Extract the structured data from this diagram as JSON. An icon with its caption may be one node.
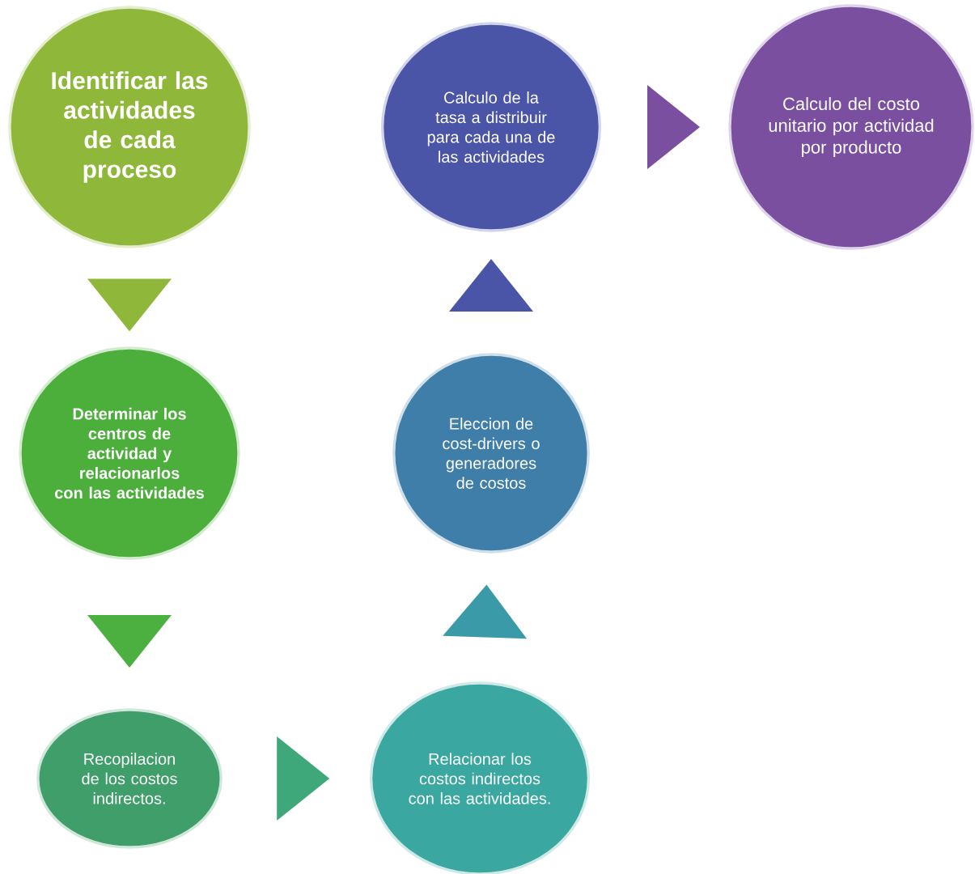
{
  "diagram": {
    "nodes": [
      {
        "text": [
          "Identificar las actividades de cada proceso"
        ]
      },
      {
        "text": [
          "Determinar los centros de actividad y relacionarlos con las actividades"
        ]
      },
      {
        "text": [
          "Recopilacion de los costos indirectos."
        ]
      },
      {
        "text": [
          "Relacionar los costos indirectos con las actividades."
        ]
      },
      {
        "text": [
          "Eleccion de cost-drivers o generadores de costos"
        ]
      },
      {
        "text": [
          "Calculo de la tasa a distribuir para cada una de las actividades"
        ]
      },
      {
        "text": [
          "Calculo del costo unitario por actividad por producto"
        ]
      }
    ],
    "edges": [
      {
        "from": 0,
        "to": 1,
        "arrow": "to",
        "color": "#8fb83a"
      },
      {
        "from": 1,
        "to": 2,
        "arrow": "to",
        "color": "#4cb040"
      },
      {
        "from": 2,
        "to": 3,
        "arrow": "to",
        "color": "#3fa87a"
      },
      {
        "from": 3,
        "to": 4,
        "arrow": "to",
        "color": "#3a9aa8"
      },
      {
        "from": 4,
        "to": 5,
        "arrow": "to",
        "color": "#4a55a8"
      },
      {
        "from": 5,
        "to": 6,
        "arrow": "to",
        "color": "#7a4fa0"
      }
    ]
  }
}
